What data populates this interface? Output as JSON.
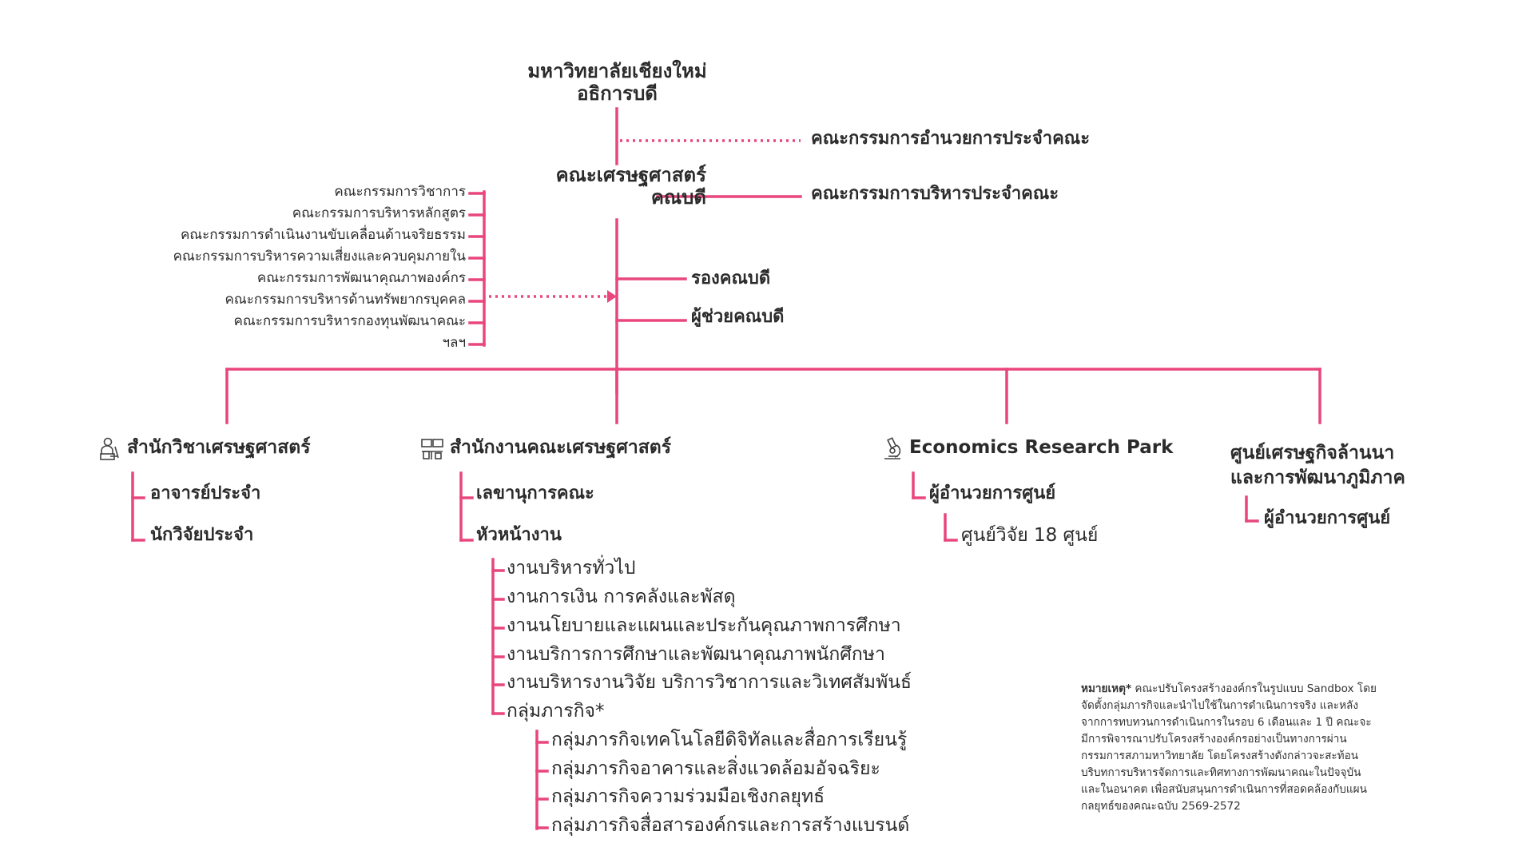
{
  "top": {
    "university": "มหาวิทยาลัยเชียงใหม่",
    "president": "อธิการบดี",
    "faculty": "คณะเศรษฐศาสตร์",
    "dean": "คณบดี"
  },
  "right_committees": {
    "executive_committee": "คณะกรรมการอำนวยการประจำคณะ",
    "admin_committee": "คณะกรรมการบริหารประจำคณะ"
  },
  "deputies": {
    "vice_dean": "รองคณบดี",
    "assistant_dean": "ผู้ช่วยคณบดี"
  },
  "left_committees": [
    "คณะกรรมการวิชาการ",
    "คณะกรรมการบริหารหลักสูตร",
    "คณะกรรมการดำเนินงานขับเคลื่อนด้านจริยธรรม",
    "คณะกรรมการบริหารความเสี่ยงและควบคุมภายใน",
    "คณะกรรมการพัฒนาคุณภาพองค์กร",
    "คณะกรรมการบริหารด้านทรัพยากรบุคคล",
    "คณะกรรมการบริหารกองทุนพัฒนาคณะ",
    "ฯลฯ"
  ],
  "units": {
    "school": {
      "icon": "teacher-icon",
      "title": "สำนักวิชาเศรษฐศาสตร์",
      "items": [
        "อาจารย์ประจำ",
        "นักวิจัยประจำ"
      ]
    },
    "office": {
      "icon": "office-icon",
      "title": "สำนักงานคณะเศรษฐศาสตร์",
      "items": [
        "เลขานุการคณะ",
        "หัวหน้างาน"
      ],
      "sections": [
        "งานบริหารทั่วไป",
        "งานการเงิน การคลังและพัสดุ",
        "งานนโยบายและแผนและประกันคุณภาพการศึกษา",
        "งานบริการการศึกษาและพัฒนาคุณภาพนักศึกษา",
        "งานบริหารงานวิจัย บริการวิชาการและวิเทศสัมพันธ์",
        "กลุ่มภารกิจ*"
      ],
      "missions": [
        "กลุ่มภารกิจเทคโนโลยีดิจิทัลและสื่อการเรียนรู้",
        "กลุ่มภารกิจอาคารและสิ่งแวดล้อมอัจฉริยะ",
        "กลุ่มภารกิจความร่วมมือเชิงกลยุทธ์",
        "กลุ่มภารกิจสื่อสารองค์กรและการสร้างแบรนด์"
      ]
    },
    "erp": {
      "icon": "microscope-icon",
      "title": "Economics Research Park",
      "director": "ผู้อำนวยการศูนย์",
      "centers": "ศูนย์วิจัย 18 ศูนย์"
    },
    "center": {
      "title_line1": "ศูนย์เศรษฐกิจล้านนา",
      "title_line2": "และการพัฒนาภูมิภาค",
      "director": "ผู้อำนวยการศูนย์"
    }
  },
  "note": {
    "label": "หมายเหตุ*",
    "text": "คณะปรับโครงสร้างองค์กรในรูปแบบ Sandbox โดยจัดตั้งกลุ่มภารกิจและนำไปใช้ในการดำเนินการจริง และหลังจากการทบทวนการดำเนินการในรอบ 6 เดือนและ 1 ปี คณะจะมีการพิจารณาปรับโครงสร้างองค์กรอย่างเป็นทางการผ่านกรรมการสภามหาวิทยาลัย โดยโครงสร้างดังกล่าวจะสะท้อนบริบทการบริหารจัดการและทิศทางการพัฒนาคณะในปัจจุบันและในอนาคต เพื่อสนับสนุนการดำเนินการที่สอดคล้องกับแผนกลยุทธ์ของคณะฉบับ 2569-2572"
  },
  "colors": {
    "accent": "#e8467c",
    "text": "#2b2b2b"
  }
}
